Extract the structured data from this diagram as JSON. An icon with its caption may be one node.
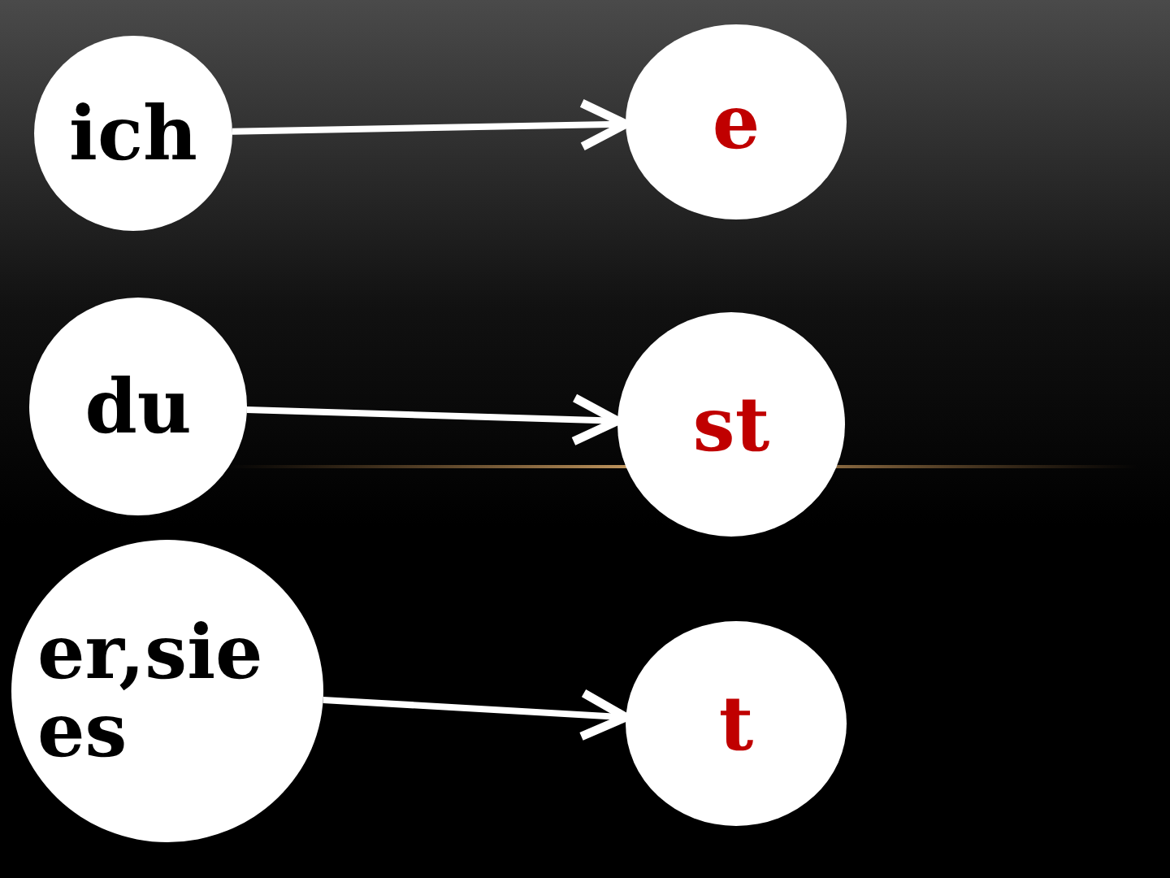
{
  "diagram": {
    "nodes": [
      {
        "text": [
          "ich"
        ]
      },
      {
        "text": [
          "e"
        ]
      },
      {
        "text": [
          "du"
        ]
      },
      {
        "text": [
          "st"
        ]
      },
      {
        "text": [
          "er,sie es"
        ]
      },
      {
        "text": [
          "t"
        ]
      }
    ],
    "edges": [
      {
        "from": 0,
        "to": 1,
        "arrow": "to"
      },
      {
        "from": 2,
        "to": 3,
        "arrow": "to"
      },
      {
        "from": 4,
        "to": 5,
        "arrow": "to"
      }
    ]
  }
}
